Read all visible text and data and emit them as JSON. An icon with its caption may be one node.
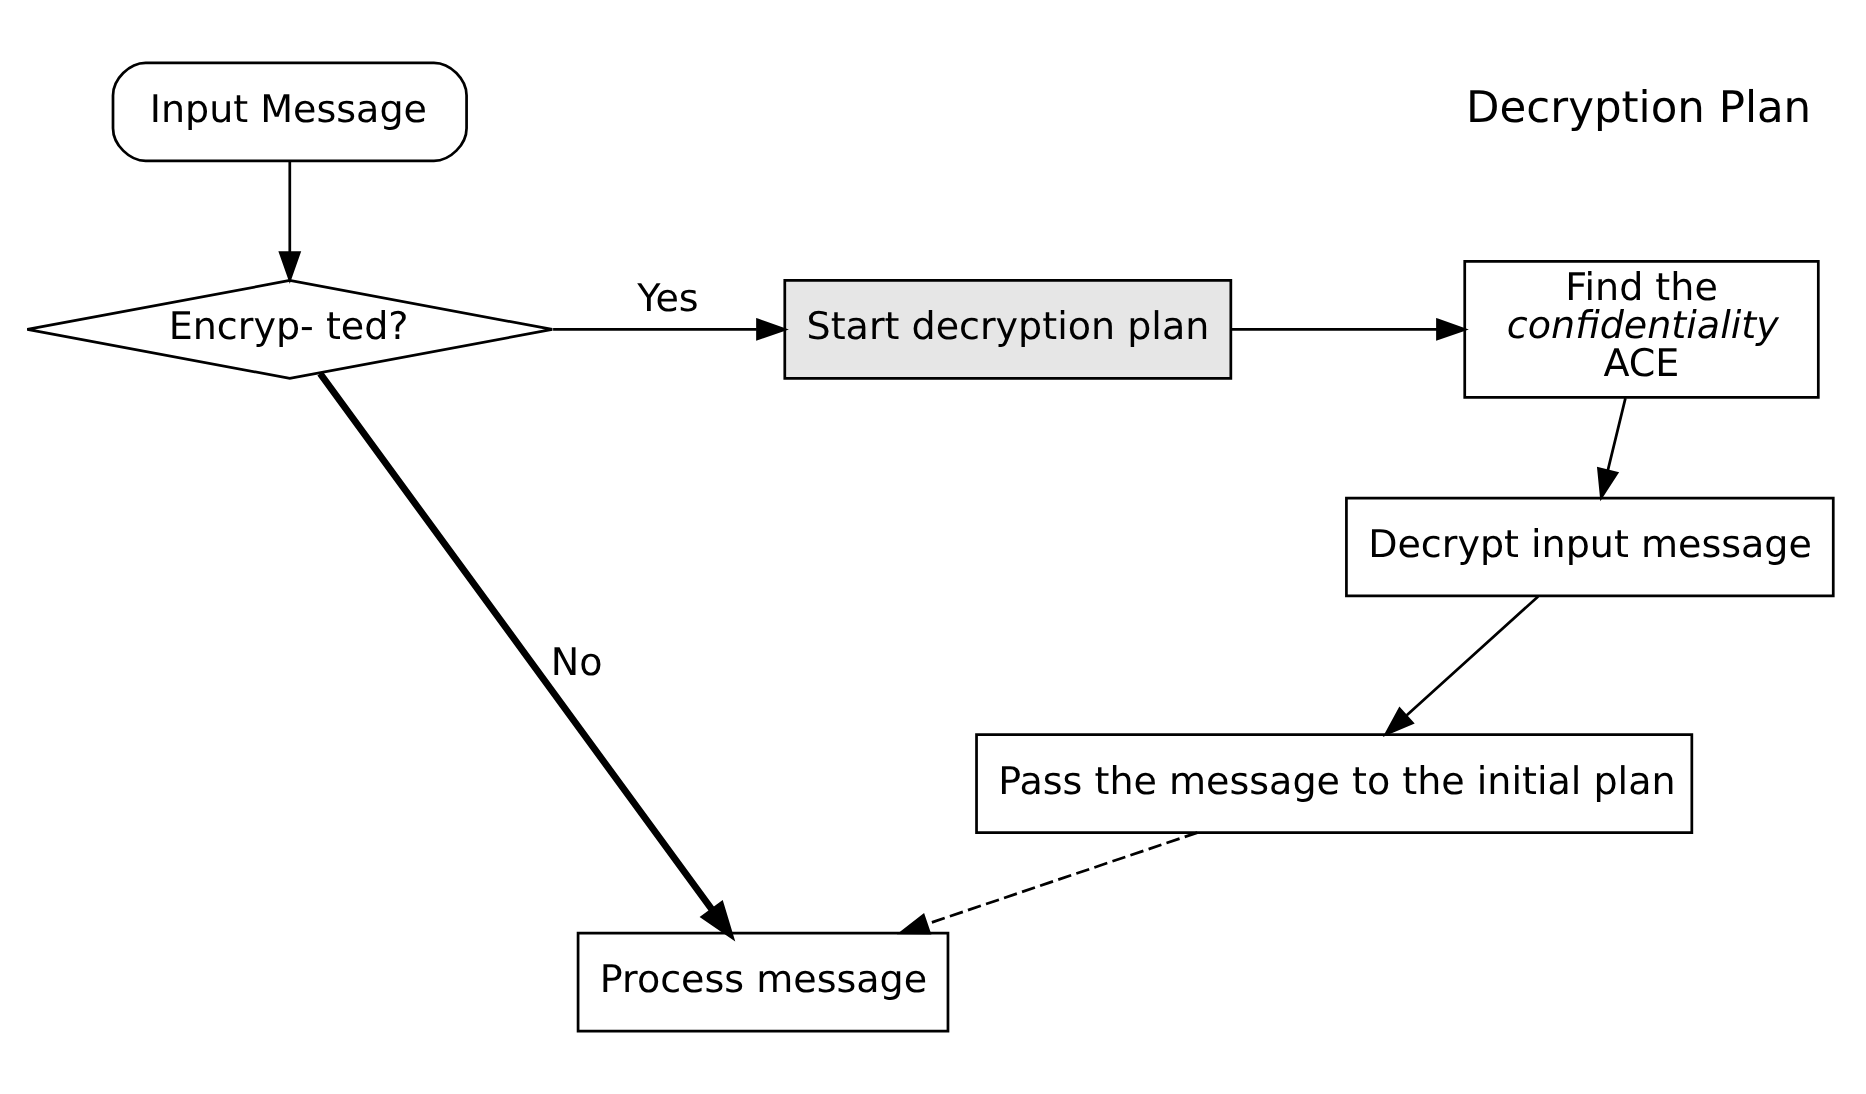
{
  "diagram": {
    "nodes": [
      {
        "text": [
          "Input Message"
        ]
      },
      {
        "text": [
          "Encryp- ted?"
        ]
      },
      {
        "text": [
          "Start decryption plan"
        ]
      },
      {
        "text": [
          "Find the *confidentiality* ACE"
        ]
      },
      {
        "text": [
          "Decrypt input message"
        ]
      },
      {
        "text": [
          "Pass the message to the initial plan"
        ]
      },
      {
        "text": [
          "Process message"
        ]
      }
    ],
    "edges": [
      {
        "from": 0,
        "to": 1,
        "arrow": "to"
      },
      {
        "from": 1,
        "to": 2,
        "arrow": "to",
        "label": "Yes"
      },
      {
        "from": 1,
        "to": 6,
        "arrow": "to",
        "label": "No",
        "style": "thick"
      },
      {
        "from": 2,
        "to": 3,
        "arrow": "to"
      },
      {
        "from": 3,
        "to": 4,
        "arrow": "to"
      },
      {
        "from": 4,
        "to": 5,
        "arrow": "to"
      },
      {
        "from": 5,
        "to": 6,
        "arrow": "to",
        "style": "dashed"
      }
    ],
    "labels": [
      "Decryption Plan"
    ]
  }
}
